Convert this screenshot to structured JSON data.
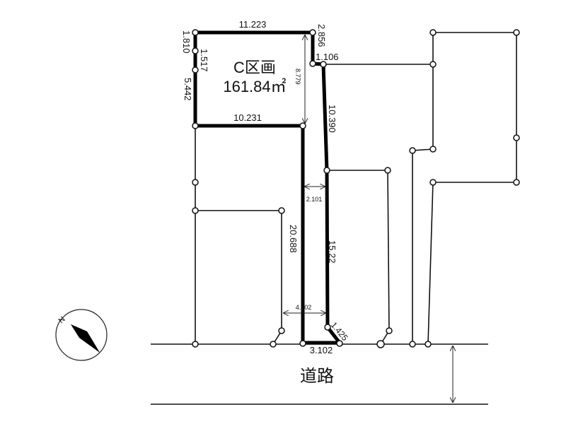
{
  "lot": {
    "name": "C区画",
    "area": "161.84㎡"
  },
  "dimensions": {
    "top": "11.223",
    "left_top": "1.810",
    "left_mid": "1.517",
    "left_bottom": "5.442",
    "right_step": "2.856",
    "step_width": "1.106",
    "depth": "8.779",
    "lot_bottom": "10.231",
    "right_upper": "10.390",
    "driveway_width_top": "2.101",
    "driveway_left": "20.688",
    "driveway_right": "15.22",
    "driveway_width_bottom": "4.202",
    "corner_cut": "1.425",
    "frontage": "3.102"
  },
  "road": {
    "label": "道路"
  },
  "compass": {
    "label": "N"
  },
  "colors": {
    "line": "#000000",
    "background": "#ffffff"
  }
}
